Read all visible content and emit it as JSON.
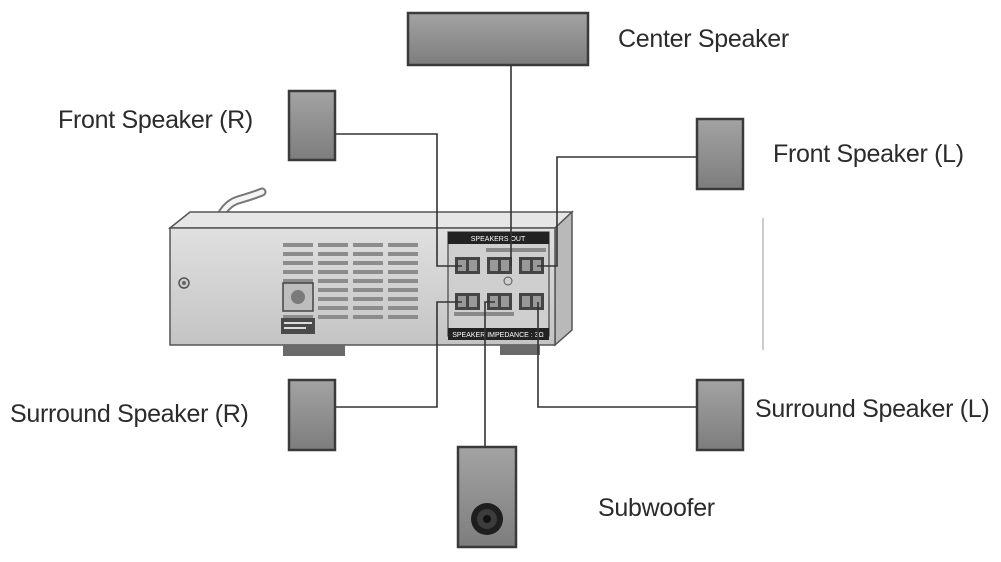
{
  "labels": {
    "center": "Center Speaker",
    "front_r": "Front Speaker (R)",
    "front_l": "Front Speaker (L)",
    "surround_r": "Surround Speaker (R)",
    "surround_l": "Surround Speaker (L)",
    "subwoofer": "Subwoofer"
  },
  "receiver": {
    "panel_title": "SPEAKERS OUT",
    "panel_bottom": "SPEAKER IMPEDANCE : 3Ω"
  },
  "colors": {
    "speaker_fill": "#8f8f8f",
    "speaker_stroke": "#3a3a3a",
    "receiver_fill": "#d2d2d2",
    "wire": "#333333"
  }
}
